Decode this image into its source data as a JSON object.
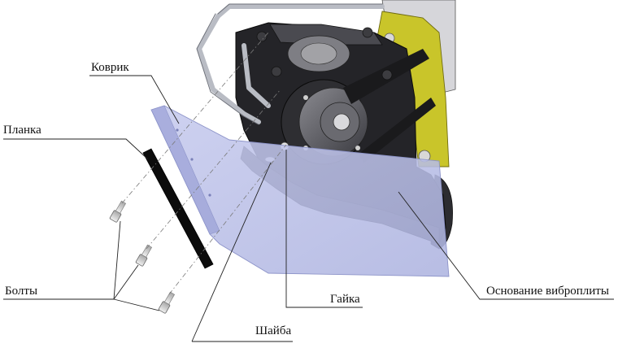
{
  "labels": {
    "mat": "Коврик",
    "strip": "Планка",
    "bolts": "Болты",
    "nut": "Гайка",
    "washer": "Шайба",
    "base": "Основание виброплиты"
  },
  "colors": {
    "mat_fill": "#b9bfe6",
    "mat_edge": "#8d94c9",
    "base_body": "#242428",
    "yellow_frame": "#c9c52a",
    "handle": "#b9bcc4",
    "pulley": "#5a5a60",
    "leader": "#222222"
  },
  "icons": [
    "bolt-icon",
    "nut-icon",
    "washer-icon",
    "pulley-icon",
    "handle-icon"
  ]
}
